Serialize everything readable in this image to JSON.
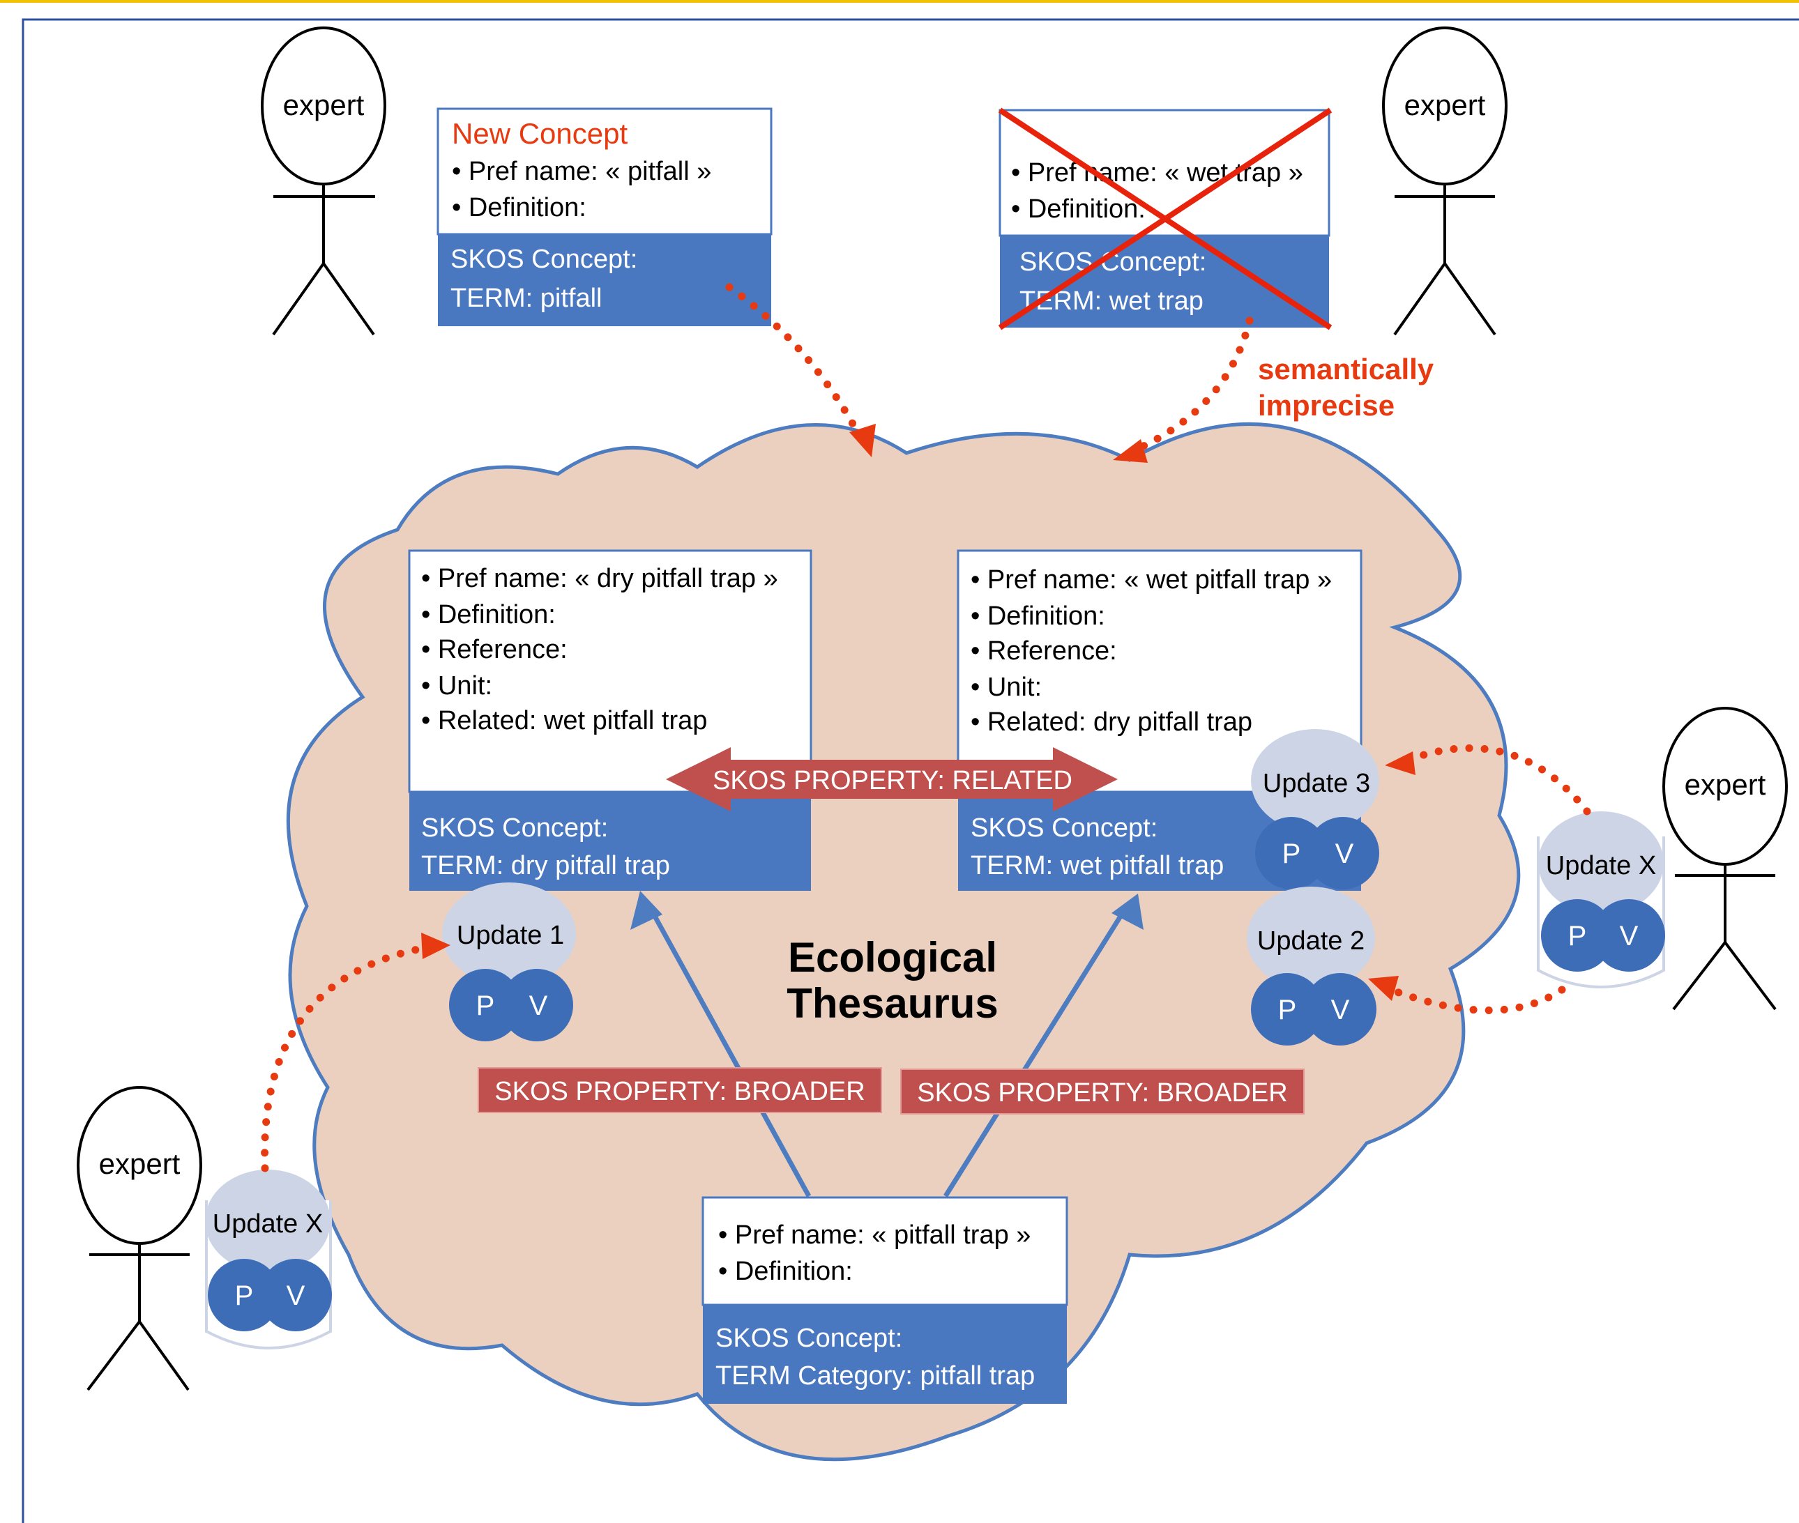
{
  "colors": {
    "frame_top": "#f2c200",
    "frame_border": "#2d4fa0",
    "cloud_fill": "#ecd0bf",
    "cloud_stroke": "#4e7cc0",
    "box_header": "#4a78c0",
    "property_red": "#c0504d",
    "accent_red": "#e83a10",
    "circle_blue": "#3e6db8",
    "update_gray": "#cdd4e6"
  },
  "actors": [
    {
      "id": "expert-top-left",
      "label": "expert"
    },
    {
      "id": "expert-top-right",
      "label": "expert"
    },
    {
      "id": "expert-right",
      "label": "expert"
    },
    {
      "id": "expert-bottom-left",
      "label": "expert"
    }
  ],
  "new_concept": {
    "title": "New Concept",
    "lines": [
      "• Pref name: « pitfall »",
      "• Definition:"
    ],
    "footer": [
      "SKOS Concept:",
      "TERM: pitfall"
    ]
  },
  "rejected_concept": {
    "lines": [
      "• Pref name: « wet trap »",
      "• Definition:"
    ],
    "footer": [
      "SKOS Concept:",
      "TERM: wet trap"
    ],
    "note": [
      "semantically",
      "imprecise"
    ]
  },
  "dry_concept": {
    "lines": [
      "• Pref name: « dry pitfall trap »",
      "• Definition:",
      "• Reference:",
      "• Unit:",
      "• Related: wet pitfall trap"
    ],
    "footer": [
      "SKOS Concept:",
      "TERM: dry pitfall trap"
    ]
  },
  "wet_concept": {
    "lines": [
      "• Pref name: « wet pitfall trap »",
      "• Definition:",
      "• Reference:",
      "• Unit:",
      "• Related: dry pitfall trap"
    ],
    "footer": [
      "SKOS Concept:",
      "TERM: wet pitfall trap"
    ]
  },
  "parent_concept": {
    "lines": [
      "• Pref name: « pitfall trap »",
      "• Definition:"
    ],
    "footer": [
      "SKOS Concept:",
      "TERM Category: pitfall trap"
    ]
  },
  "properties": {
    "related": "SKOS PROPERTY: RELATED",
    "broader_left": "SKOS PROPERTY: BROADER",
    "broader_right": "SKOS PROPERTY: BROADER"
  },
  "thesaurus_title": [
    "Ecological",
    "Thesaurus"
  ],
  "updates": {
    "update1": "Update 1",
    "update2": "Update 2",
    "update3": "Update 3",
    "update_x_left": "Update X",
    "update_x_right": "Update X"
  },
  "pv": {
    "p": "P",
    "v": "V"
  }
}
